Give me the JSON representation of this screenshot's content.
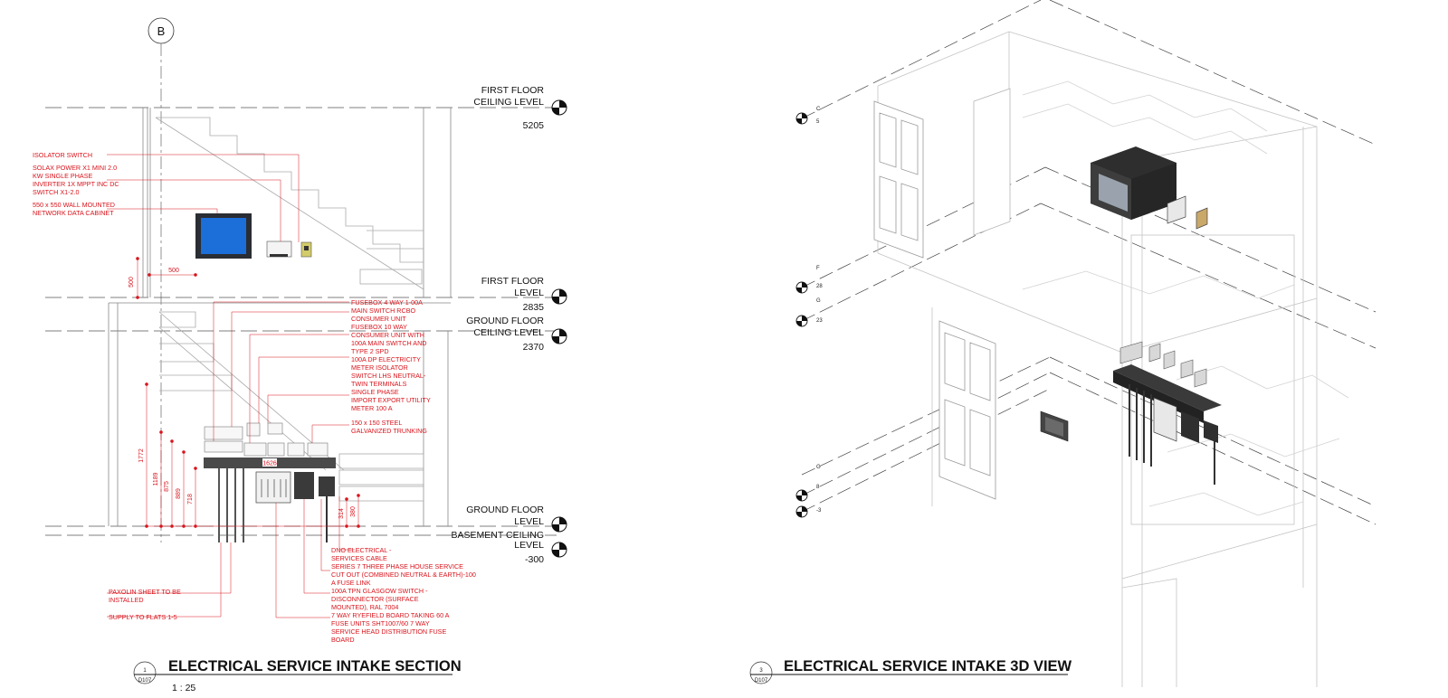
{
  "sheet": {
    "grid_bubble": "B",
    "section_title": "ELECTRICAL SERVICE INTAKE SECTION",
    "section_ref_num": "1",
    "section_ref_sheet": "D107",
    "section_scale": "1 : 25",
    "view3d_title": "ELECTRICAL SERVICE INTAKE 3D VIEW",
    "view3d_ref_num": "3",
    "view3d_ref_sheet": "D107"
  },
  "levels": [
    {
      "name": [
        "FIRST FLOOR",
        "CEILING LEVEL"
      ],
      "value": "5205"
    },
    {
      "name": [
        "FIRST FLOOR",
        "LEVEL"
      ],
      "value": "2835"
    },
    {
      "name": [
        "GROUND FLOOR",
        "CEILING LEVEL"
      ],
      "value": "2370"
    },
    {
      "name": [
        "GROUND FLOOR",
        "LEVEL"
      ],
      "value": ""
    },
    {
      "name": [
        "BASEMENT CEILING",
        "LEVEL"
      ],
      "value": "-300"
    }
  ],
  "upper_notes": [
    "ISOLATOR SWITCH",
    "SOLAX POWER X1 MINI 2.0",
    "KW SINGLE PHASE",
    "INVERTER 1X MPPT INC DC",
    "SWITCH X1-2.0",
    "550 x 550 WALL MOUNTED",
    "NETWORK DATA CABINET"
  ],
  "right_notes": [
    "FUSEBOX 4 WAY 1-00A",
    "MAIN SWITCH RCBO",
    "CONSUMER UNIT",
    "FUSEBOX 10 WAY",
    "CONSUMER UNIT WITH",
    "100A MAIN SWITCH AND",
    "TYPE 2 SPD",
    "100A DP ELECTRICITY",
    "METER ISOLATOR",
    "SWITCH LHS NEUTRAL-",
    "TWIN TERMINALS",
    "SINGLE PHASE",
    "IMPORT EXPORT UTILITY",
    "METER 100 A",
    "150 x 150 STEEL",
    "GALVANIZED TRUNKING"
  ],
  "lower_notes": [
    "DNO ELECTRICAL -",
    "SERVICES CABLE",
    "SERIES 7 THREE PHASE HOUSE SERVICE",
    "CUT OUT (COMBINED NEUTRAL & EARTH)-100",
    "A FUSE LINK",
    "100A TPN GLASGOW SWITCH -",
    "DISCONNECTOR (SURFACE",
    "MOUNTED), RAL 7004",
    "7 WAY RYEFIELD BOARD TAKING 60 A",
    "FUSE UNITS SHT1007/60 7 WAY",
    "SERVICE HEAD DISTRIBUTION FUSE",
    "BOARD"
  ],
  "left_notes": [
    "PAXOLIN SHEET TO BE",
    "INSTALLED",
    "SUPPLY TO FLATS 1-5"
  ],
  "dimensions": {
    "cab_height": "500",
    "cab_width": "500",
    "d1772": "1772",
    "d1189": "1189",
    "d875": "875",
    "d889": "889",
    "d718": "718",
    "d1626": "1626",
    "d314": "314",
    "d380": "380"
  },
  "view3d_level_tags": [
    "C",
    "5",
    "F",
    "28",
    "G",
    "23",
    "G",
    "8",
    "-3"
  ],
  "colors": {
    "annotation": "#d8141c",
    "cabinet_screen": "#1c6ed8",
    "linework": "#888888"
  }
}
